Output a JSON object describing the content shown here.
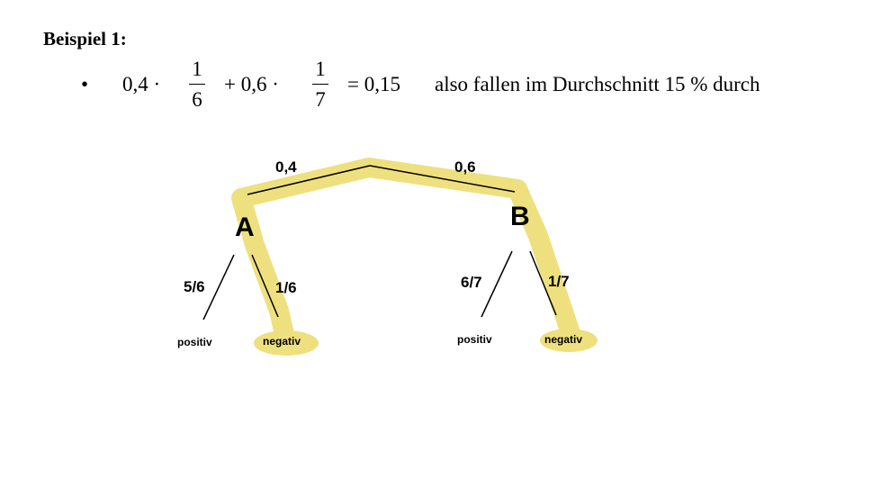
{
  "heading": "Beispiel 1:",
  "formula": {
    "bullet": "•",
    "term1": "0,4 ·",
    "frac1": {
      "num": "1",
      "den": "6"
    },
    "term2": "+ 0,6 ·",
    "frac2": {
      "num": "1",
      "den": "7"
    },
    "result": "= 0,15",
    "conclusion": "also fallen im Durchschnitt 15 % durch"
  },
  "tree": {
    "highlight_color": "#eee07e",
    "root_edges": [
      "0,4",
      "0,6"
    ],
    "nodes": [
      "A",
      "B"
    ],
    "a_edges": [
      "5/6",
      "1/6"
    ],
    "b_edges": [
      "6/7",
      "1/7"
    ],
    "a_leaves": [
      "positiv",
      "negativ"
    ],
    "b_leaves": [
      "positiv",
      "negativ"
    ]
  }
}
